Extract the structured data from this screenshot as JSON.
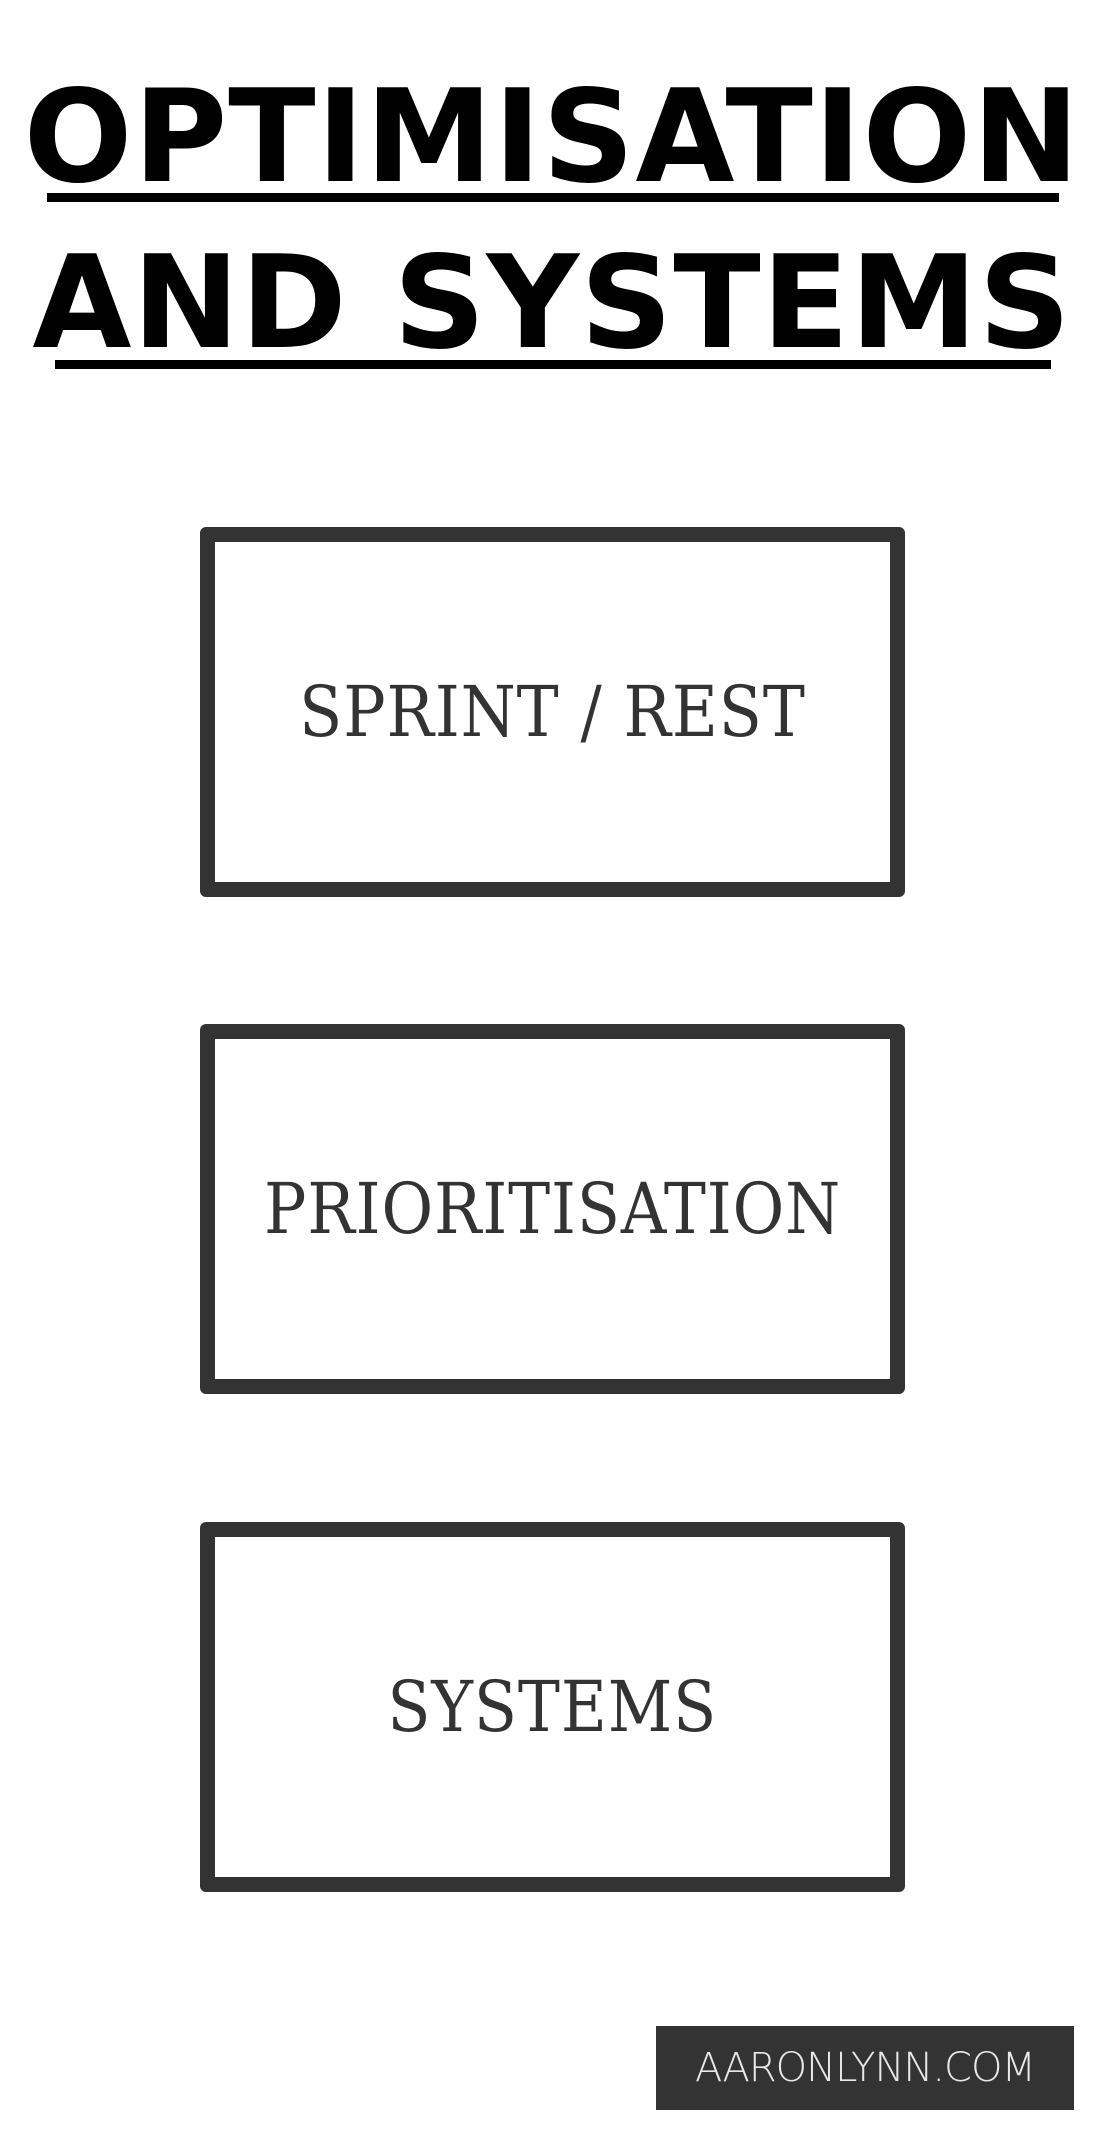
{
  "header": {
    "title_line_1": "OPTIMISATION",
    "title_line_2": "AND SYSTEMS"
  },
  "boxes": [
    {
      "label": "SPRINT / REST"
    },
    {
      "label": "PRIORITISATION"
    },
    {
      "label": "SYSTEMS"
    }
  ],
  "footer": {
    "brand": "AARONLYNN.COM"
  },
  "colors": {
    "title": "#000000",
    "box_border": "#333333",
    "box_text": "#333333",
    "badge_bg": "#333333",
    "badge_text": "#e8e8e8",
    "background": "#ffffff"
  }
}
